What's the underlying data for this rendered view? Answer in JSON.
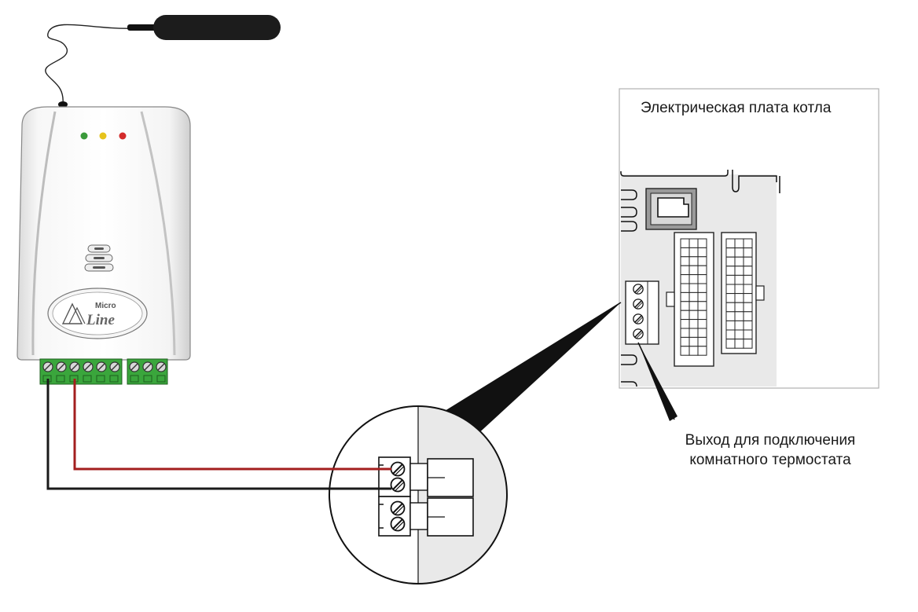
{
  "board": {
    "title": "Электрическая плата котла"
  },
  "callout": {
    "line1": "Выход для подключения",
    "line2": "комнатного термостата"
  },
  "device": {
    "logo_top": "Micro",
    "logo_bottom": "Line",
    "leds": [
      "#3a9a3a",
      "#e6c31c",
      "#d32b2b"
    ]
  },
  "colors": {
    "terminal_green": "#3aa63c",
    "wire_red": "#a31f1f",
    "wire_black": "#1a1a1a",
    "board_bg": "#e9e9e9"
  }
}
